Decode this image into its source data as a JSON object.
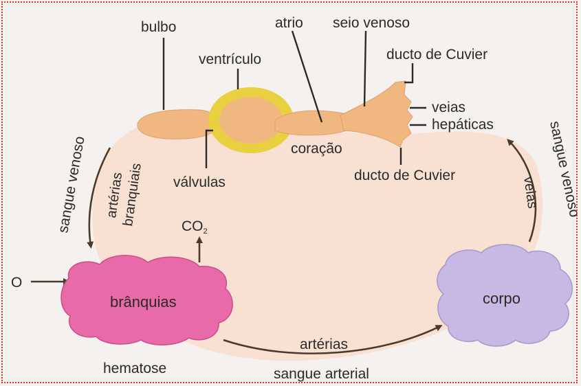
{
  "labels": {
    "bulbo": "bulbo",
    "ventriculo": "ventrículo",
    "atrio": "atrio",
    "seio_venoso": "seio venoso",
    "ducto_cuvier_top": "ducto de Cuvier",
    "veias": "veias",
    "hepaticas": "hepáticas",
    "coracao": "coração",
    "valvulas": "válvulas",
    "ducto_cuvier_bottom": "ducto de Cuvier",
    "sangue_venoso_left": "sangue venoso",
    "arterias_branquiais_1": "artérias",
    "arterias_branquiais_2": "branquiais",
    "sangue_venoso_right": "sangue venoso",
    "veias_right": "veias",
    "co2": "CO",
    "co2_sub": "2",
    "o2": "O",
    "branquias": "brânquias",
    "hematose": "hematose",
    "corpo": "corpo",
    "arterias_bottom": "artérias",
    "sangue_arterial": "sangue arterial"
  },
  "colors": {
    "border": "#d63a1a",
    "circulation": "#f8e0d2",
    "heart": "#f0b880",
    "ventricle_ring": "#e8d040",
    "branquias": "#e86aa8",
    "corpo": "#c8b8e4"
  }
}
